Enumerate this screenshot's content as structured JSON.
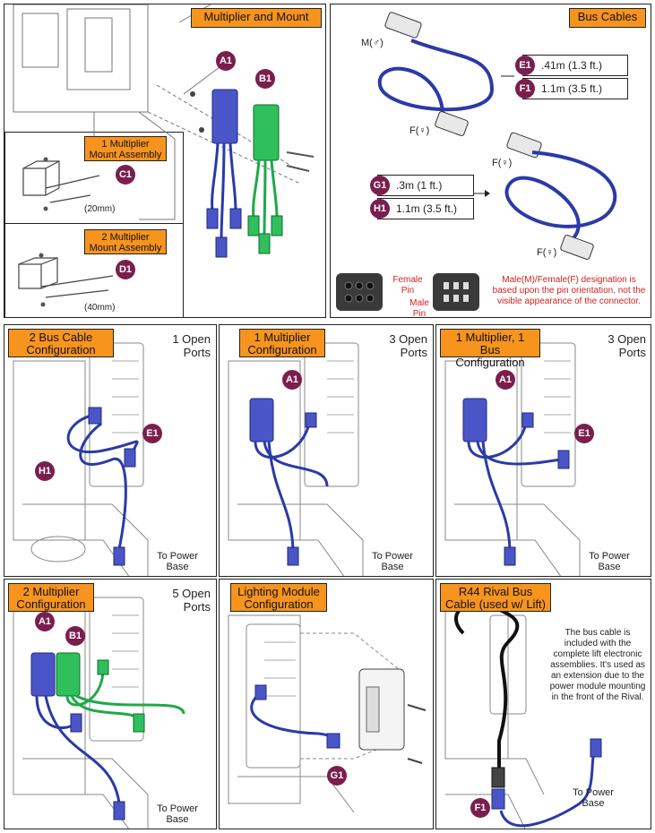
{
  "panels": {
    "multiplier_mount": {
      "title": "Multiplier and Mount",
      "callouts": {
        "a1": "A1",
        "b1": "B1"
      },
      "one_mult": {
        "title": "1 Multiplier Mount Assembly",
        "callout": "C1",
        "dim": "(20mm)"
      },
      "two_mult": {
        "title": "2 Multiplier Mount Assembly",
        "callout": "D1",
        "dim": "(40mm)"
      }
    },
    "bus_cables": {
      "title": "Bus Cables",
      "male_label": "M(♂)",
      "female_label": "F(♀)",
      "rows": [
        {
          "callout": "E1",
          "length": ".41m (1.3 ft.)"
        },
        {
          "callout": "F1",
          "length": "1.1m (3.5 ft.)"
        },
        {
          "callout": "G1",
          "length": ".3m (1 ft.)"
        },
        {
          "callout": "H1",
          "length": "1.1m (3.5 ft.)"
        }
      ],
      "female_pin": "Female Pin",
      "male_pin": "Male Pin",
      "note": "Male(M)/Female(F) designation is based upon the pin orientation, not the visible appearance of the connector."
    },
    "two_bus": {
      "title": "2 Bus Cable Configuration",
      "ports": "1 Open Ports",
      "to": "To Power Base",
      "callouts": [
        "E1",
        "H1"
      ]
    },
    "one_mult_cfg": {
      "title": "1 Multiplier Configuration",
      "ports": "3 Open Ports",
      "to": "To Power Base",
      "callouts": [
        "A1"
      ]
    },
    "one_mult_one_bus": {
      "title": "1 Multiplier, 1 Bus Configuration",
      "ports": "3 Open Ports",
      "to": "To Power Base",
      "callouts": [
        "A1",
        "E1"
      ]
    },
    "two_mult_cfg": {
      "title": "2 Multiplier Configuration",
      "ports": "5 Open Ports",
      "to": "To Power Base",
      "callouts": [
        "A1",
        "B1"
      ]
    },
    "lighting": {
      "title": "Lighting Module Configuration",
      "callouts": [
        "G1"
      ]
    },
    "r44": {
      "title": "R44 Rival Bus Cable (used w/ Lift)",
      "note": "The bus cable is included with the complete lift electronic assemblies. It's used as an extension due to the power module mounting in the front of the Rival.",
      "to": "To Power Base",
      "callouts": [
        "F1"
      ]
    }
  },
  "colors": {
    "tab": "#f7941d",
    "callout": "#7a1e4e",
    "cable_blue": "#2b3aa8",
    "cable_green": "#1fa84a",
    "note_red": "#d42020"
  }
}
